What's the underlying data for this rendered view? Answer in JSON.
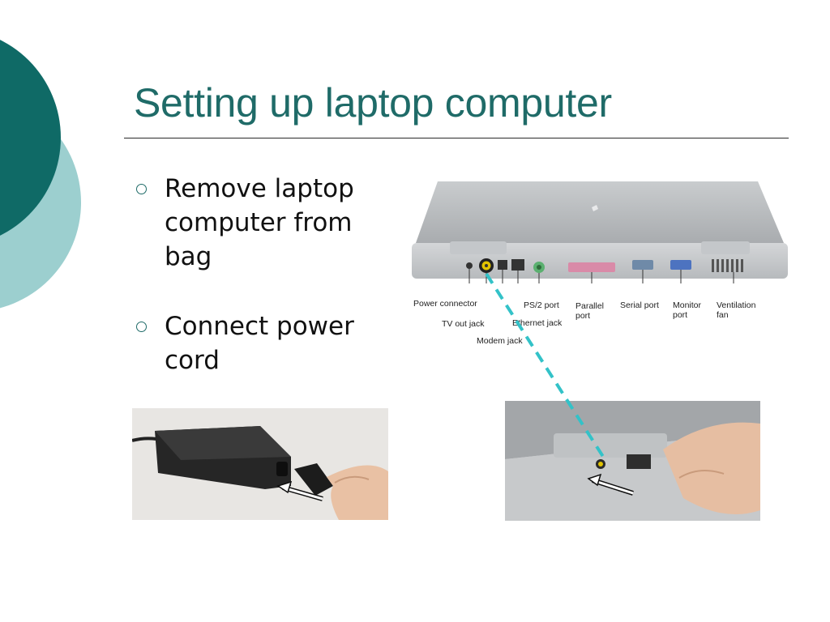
{
  "slide": {
    "title": "Setting up laptop computer",
    "bullets": [
      {
        "text": "Remove laptop computer from bag"
      },
      {
        "text": "Connect power cord"
      }
    ],
    "colors": {
      "accent_dark": "#0f6a66",
      "accent_light": "#9ccfcf",
      "title": "#1f6b68",
      "connector_line": "#33c2c8"
    }
  },
  "diagram": {
    "labels": {
      "power_connector": "Power connector",
      "tv_out_jack": "TV out jack",
      "modem_jack": "Modem jack",
      "ethernet_jack": "Ethernet jack",
      "ps2_port": "PS/2 port",
      "parallel_port_line1": "Parallel",
      "parallel_port_line2": "port",
      "serial_port": "Serial port",
      "monitor_port_line1": "Monitor",
      "monitor_port_line2": "port",
      "ventilation_line1": "Ventilation",
      "ventilation_line2": "fan"
    }
  }
}
